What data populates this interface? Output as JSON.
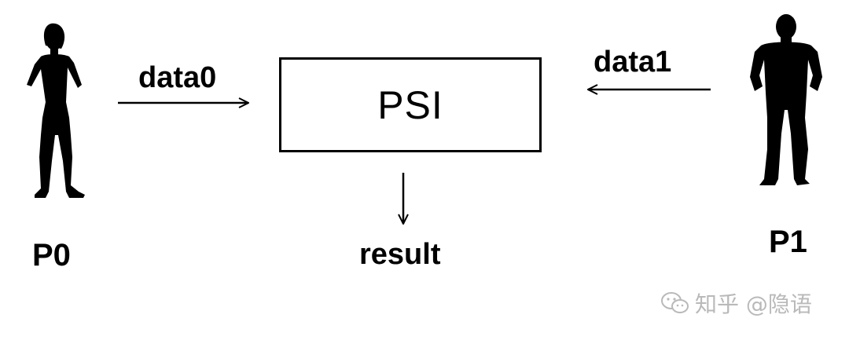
{
  "participants": [
    {
      "id": "p0",
      "label": "P0",
      "icon": "woman-silhouette-icon"
    },
    {
      "id": "p1",
      "label": "P1",
      "icon": "man-silhouette-icon"
    }
  ],
  "inputs": {
    "data0": "data0",
    "data1": "data1"
  },
  "process": {
    "label": "PSI"
  },
  "output": {
    "label": "result"
  },
  "watermark": {
    "text": "知乎 @隐语",
    "icon": "wechat-icon"
  },
  "colors": {
    "ink": "#000000",
    "background": "#ffffff",
    "watermark": "#b9b9b9"
  }
}
